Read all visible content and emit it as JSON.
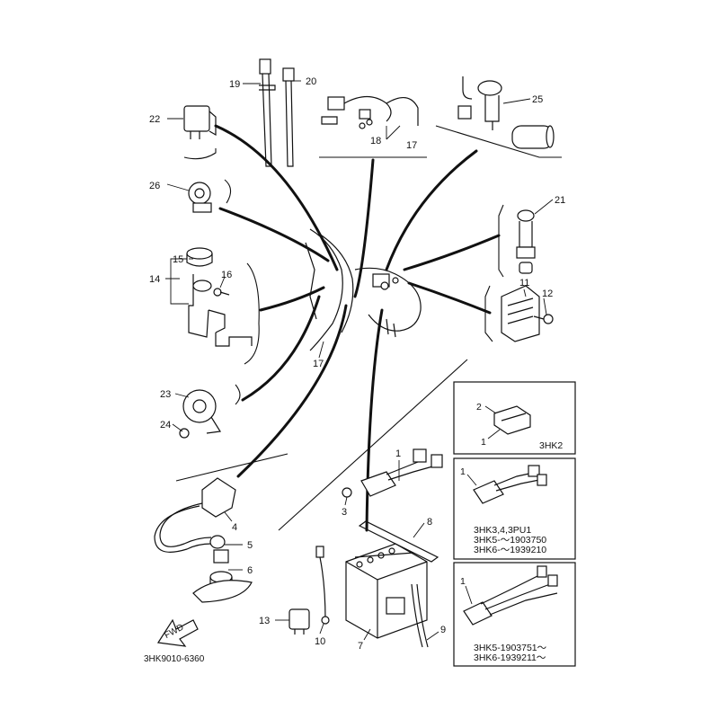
{
  "diagram": {
    "drawing_code": "3HK9010-6360",
    "fwd_label": "FWD",
    "callouts": {
      "c1": "1",
      "c2": "2",
      "c3": "3",
      "c4": "4",
      "c5": "5",
      "c6": "6",
      "c7": "7",
      "c8": "8",
      "c9": "9",
      "c10": "10",
      "c11": "11",
      "c12": "12",
      "c13": "13",
      "c14": "14",
      "c15": "15",
      "c16": "16",
      "c17a": "17",
      "c17b": "17",
      "c18": "18",
      "c19": "19",
      "c20": "20",
      "c21": "21",
      "c22": "22",
      "c23": "23",
      "c24": "24",
      "c25": "25",
      "c26": "26"
    },
    "insets": [
      {
        "part_a": "2",
        "part_b": "1",
        "model_lines": [
          "3HK2"
        ]
      },
      {
        "part_a": "1",
        "model_lines": [
          "3HK3,4,3PU1",
          "3HK5-～1903750",
          "3HK6-～1939210"
        ]
      },
      {
        "part_a": "1",
        "model_lines": [
          "3HK5-1903751～",
          "3HK6-1939211～"
        ]
      }
    ]
  }
}
